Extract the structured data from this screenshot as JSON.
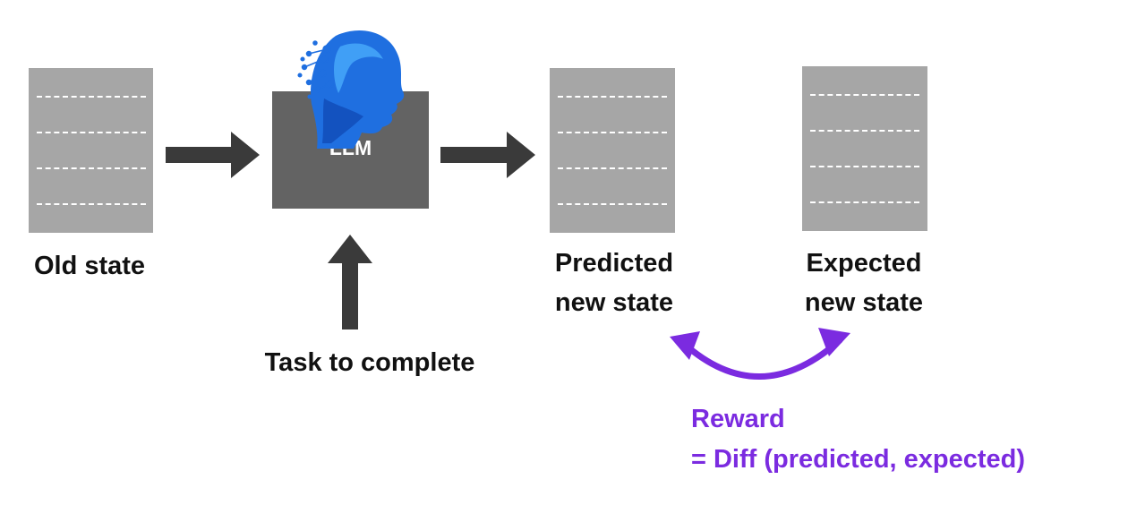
{
  "labels": {
    "old_state": "Old state",
    "llm": "LLM",
    "task": "Task to complete",
    "predicted_line1": "Predicted",
    "predicted_line2": "new state",
    "expected_line1": "Expected",
    "expected_line2": "new state"
  },
  "reward": {
    "line1": "Reward",
    "line2": "= Diff (predicted, expected)"
  },
  "colors": {
    "doc_fill": "#a6a6a6",
    "llm_fill": "#636363",
    "arrow": "#3a3a3a",
    "reward": "#7b2be0",
    "head_blue": "#1f6fe0"
  },
  "icons": {
    "llm_head": "ai-head-icon"
  }
}
